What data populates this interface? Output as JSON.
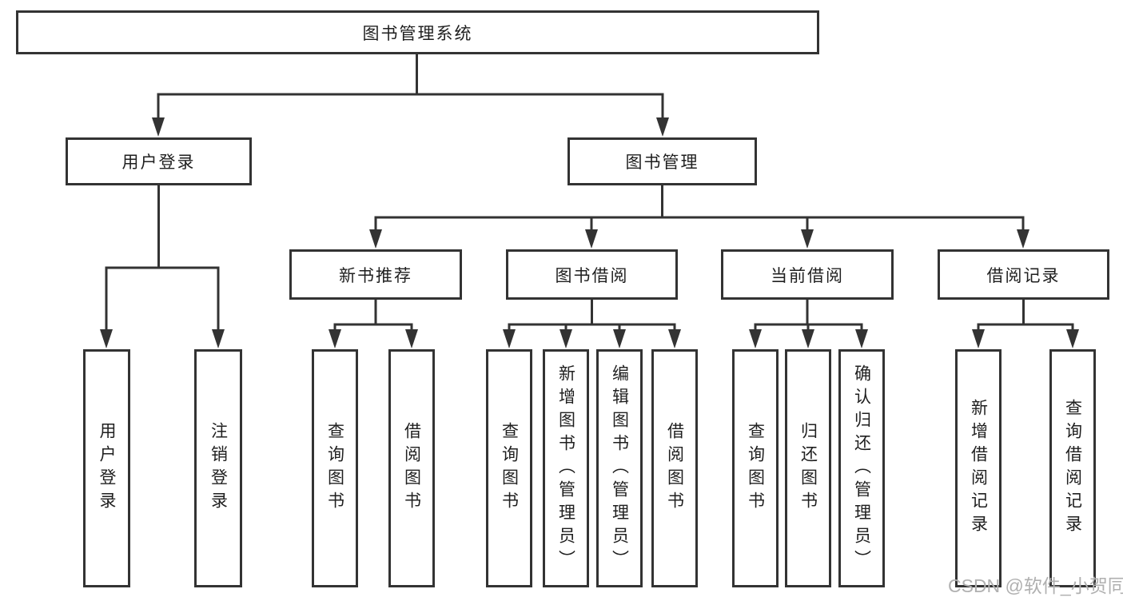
{
  "diagram": {
    "root": "图书管理系统",
    "branches": [
      {
        "label": "用户登录",
        "leaves": [
          "用户登录",
          "注销登录"
        ]
      },
      {
        "label": "图书管理",
        "groups": [
          {
            "label": "新书推荐",
            "leaves": [
              "查询图书",
              "借阅图书"
            ]
          },
          {
            "label": "图书借阅",
            "leaves": [
              "查询图书",
              "新增图书（管理员）",
              "编辑图书（管理员）",
              "借阅图书"
            ]
          },
          {
            "label": "当前借阅",
            "leaves": [
              "查询图书",
              "归还图书",
              "确认归还（管理员）"
            ]
          },
          {
            "label": "借阅记录",
            "leaves": [
              "新增借阅记录",
              "查询借阅记录"
            ]
          }
        ]
      }
    ]
  },
  "watermark": "CSDN @软件_小贺同学",
  "colors": {
    "line": "#333333",
    "border": "#333333",
    "text": "#1f1f1f",
    "watermark": "#b0b0b0",
    "background": "#ffffff"
  }
}
